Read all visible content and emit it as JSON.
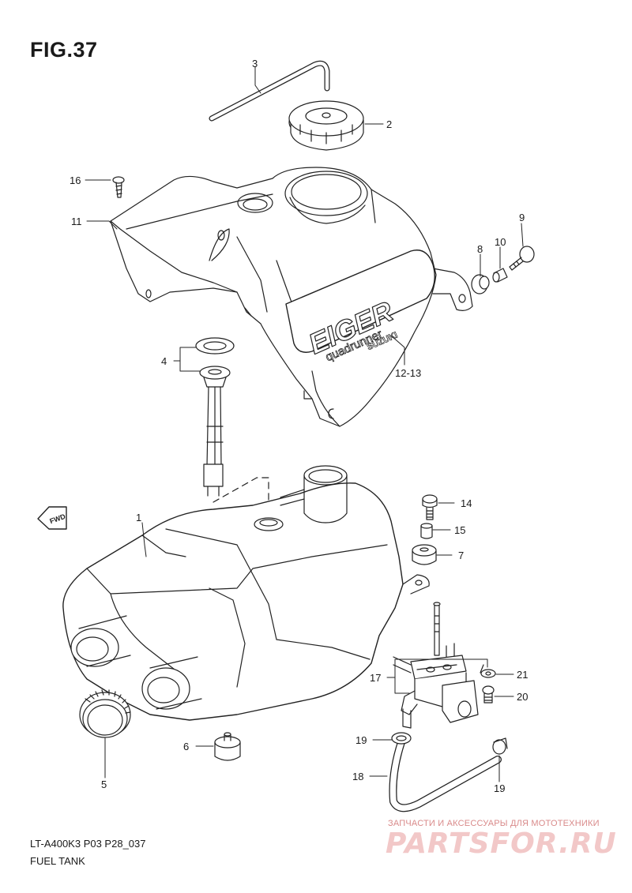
{
  "figure": {
    "title": "FIG.37",
    "model_code": "LT-A400K3 P03 P28_037",
    "name": "FUEL TANK"
  },
  "decal": {
    "brand_main": "EIGER",
    "brand_sub": "quadrunner",
    "brand_maker": "SUZUKI"
  },
  "fwd_label": "FWD",
  "callouts": [
    "1",
    "2",
    "3",
    "4",
    "5",
    "6",
    "7",
    "8",
    "9",
    "10",
    "11",
    "12-13",
    "14",
    "15",
    "16",
    "17",
    "18",
    "19",
    "19",
    "20",
    "21"
  ],
  "watermark": {
    "tagline": "ЗАПЧАСТИ И АКСЕССУАРЫ ДЛЯ МОТОТЕХНИКИ",
    "logo": "PARTSFOR.RU"
  }
}
